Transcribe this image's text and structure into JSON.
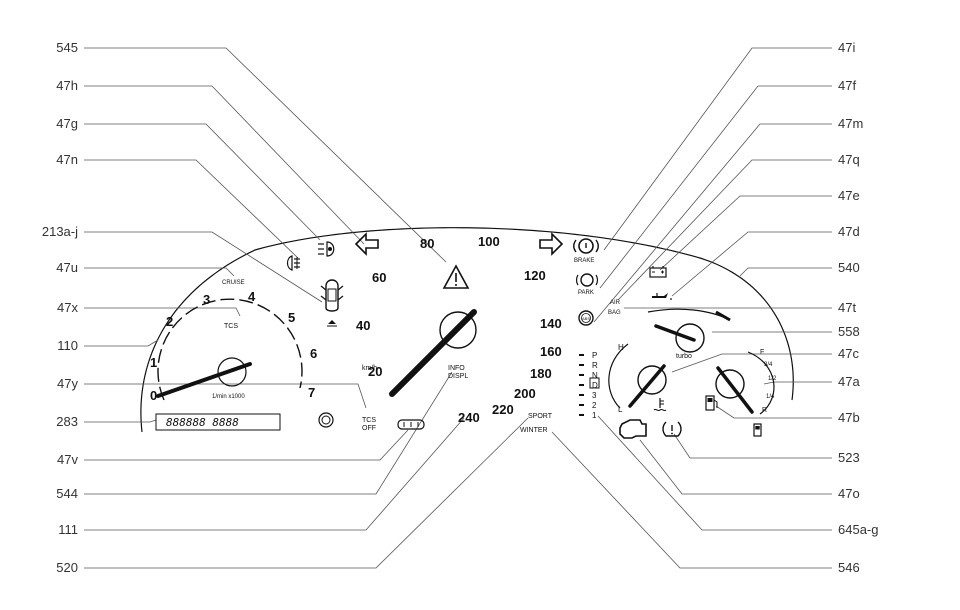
{
  "callouts_left": [
    {
      "id": "545"
    },
    {
      "id": "47h"
    },
    {
      "id": "47g"
    },
    {
      "id": "47n"
    },
    {
      "id": "213a-j"
    },
    {
      "id": "47u"
    },
    {
      "id": "47x"
    },
    {
      "id": "110"
    },
    {
      "id": "47y"
    },
    {
      "id": "283"
    },
    {
      "id": "47v"
    },
    {
      "id": "544"
    },
    {
      "id": "111"
    },
    {
      "id": "520"
    }
  ],
  "callouts_right": [
    {
      "id": "47i"
    },
    {
      "id": "47f"
    },
    {
      "id": "47m"
    },
    {
      "id": "47q"
    },
    {
      "id": "47e"
    },
    {
      "id": "47d"
    },
    {
      "id": "540"
    },
    {
      "id": "47t"
    },
    {
      "id": "558"
    },
    {
      "id": "47c"
    },
    {
      "id": "47a"
    },
    {
      "id": "47b"
    },
    {
      "id": "523"
    },
    {
      "id": "47o"
    },
    {
      "id": "645a-g"
    },
    {
      "id": "546"
    }
  ],
  "tachometer": {
    "ticks": [
      "0",
      "1",
      "2",
      "3",
      "4",
      "5",
      "6",
      "7"
    ],
    "unit": "1/min x1000"
  },
  "speedometer": {
    "ticks": [
      "20",
      "40",
      "60",
      "80",
      "100",
      "120",
      "140",
      "160",
      "180",
      "200",
      "220",
      "240"
    ],
    "unit": "km/h"
  },
  "labels": {
    "cruise": "CRUISE",
    "tcs": "TCS",
    "tcs_off_1": "TCS",
    "tcs_off_2": "OFF",
    "info_1": "INFO",
    "info_2": "DISPL",
    "brake": "BRAKE",
    "park": "PARK",
    "airbag_1": "AIR",
    "airbag_2": "BAG",
    "turbo": "turbo",
    "sport": "SPORT",
    "winter": "WINTER",
    "odometer": "888888  8888",
    "temp_h": "H",
    "temp_l": "L",
    "fuel_f": "F",
    "fuel_34": "3/4",
    "fuel_12": "1/2",
    "fuel_14": "1/4",
    "fuel_r": "R",
    "abs": "ABS"
  },
  "gear_letters": [
    "P",
    "R",
    "N",
    "D",
    "3",
    "2",
    "1"
  ],
  "icons": [
    "rear-fog-icon",
    "front-fog-icon",
    "turn-left-icon",
    "warning-triangle-icon",
    "turn-right-icon",
    "brake-icon",
    "park-brake-icon",
    "battery-icon",
    "oil-can-icon",
    "car-doors-icon",
    "airbag-icon",
    "check-engine-icon",
    "tire-pressure-icon",
    "fuel-pump-icon",
    "coolant-icon",
    "glow-icon"
  ]
}
